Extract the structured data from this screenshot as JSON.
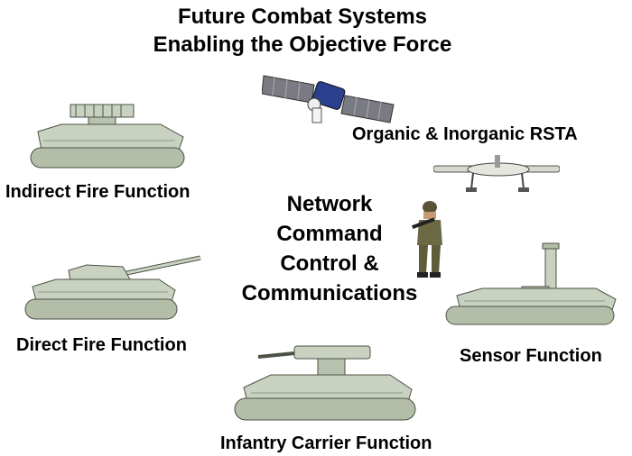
{
  "title": {
    "line1": "Future Combat Systems",
    "line2": "Enabling the Objective Force"
  },
  "center": {
    "line1": "Network",
    "line2": "Command",
    "line3": "Control &",
    "line4": "Communications"
  },
  "labels": {
    "rsta": "Organic & Inorganic RSTA",
    "indirect_fire": "Indirect Fire Function",
    "direct_fire": "Direct Fire Function",
    "sensor": "Sensor Function",
    "infantry_carrier": "Infantry Carrier Function"
  },
  "colors": {
    "vehicle_body": "#c9d2c0",
    "vehicle_shadow": "#8f9a86",
    "vehicle_outline": "#4b5244",
    "solar_panel": "#6e6e78",
    "satellite_body": "#2b3f8f",
    "uav": "#d8d8d0"
  }
}
